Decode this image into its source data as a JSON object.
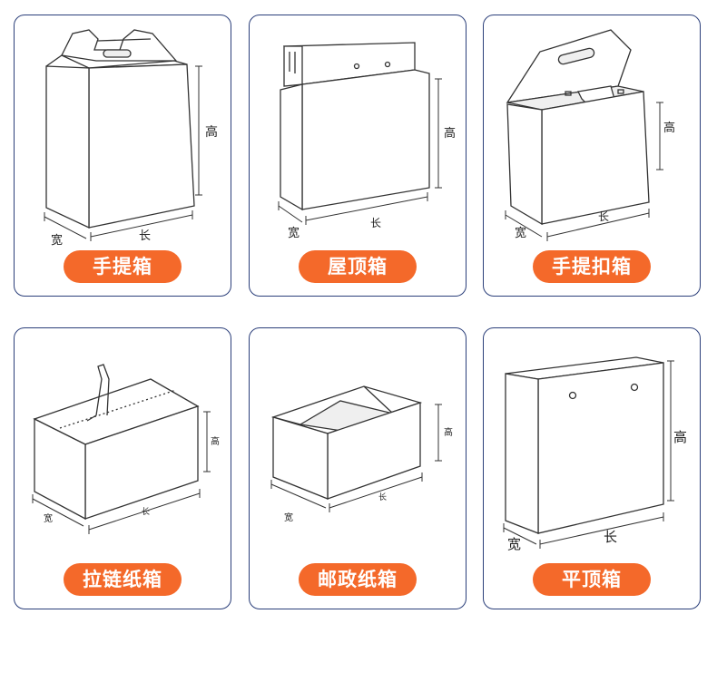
{
  "labels": {
    "height": "高",
    "length": "长",
    "width": "宽"
  },
  "boxes": [
    {
      "name": "手提箱"
    },
    {
      "name": "屋顶箱"
    },
    {
      "name": "手提扣箱"
    },
    {
      "name": "拉链纸箱"
    },
    {
      "name": "邮政纸箱"
    },
    {
      "name": "平顶箱"
    }
  ],
  "colors": {
    "card_border": "#2b3f7a",
    "pill_background": "#f4692a",
    "pill_text": "#ffffff"
  }
}
